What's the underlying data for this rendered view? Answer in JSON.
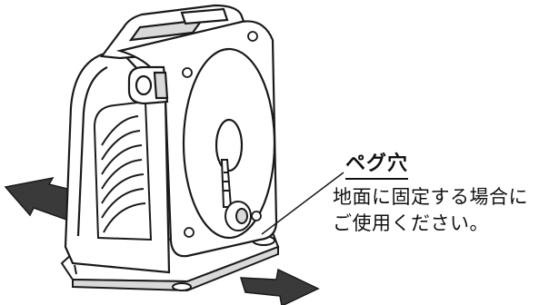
{
  "figure": {
    "subject": "hose-reel",
    "callout": {
      "title": "ペグ穴",
      "lines": [
        "地面に固定する場合に",
        "ご使用ください。"
      ]
    },
    "colors": {
      "ink": "#1a1a1a",
      "fill": "#ffffff",
      "shade": "#d9d9d9",
      "arrow": "#3a3a3a"
    }
  }
}
